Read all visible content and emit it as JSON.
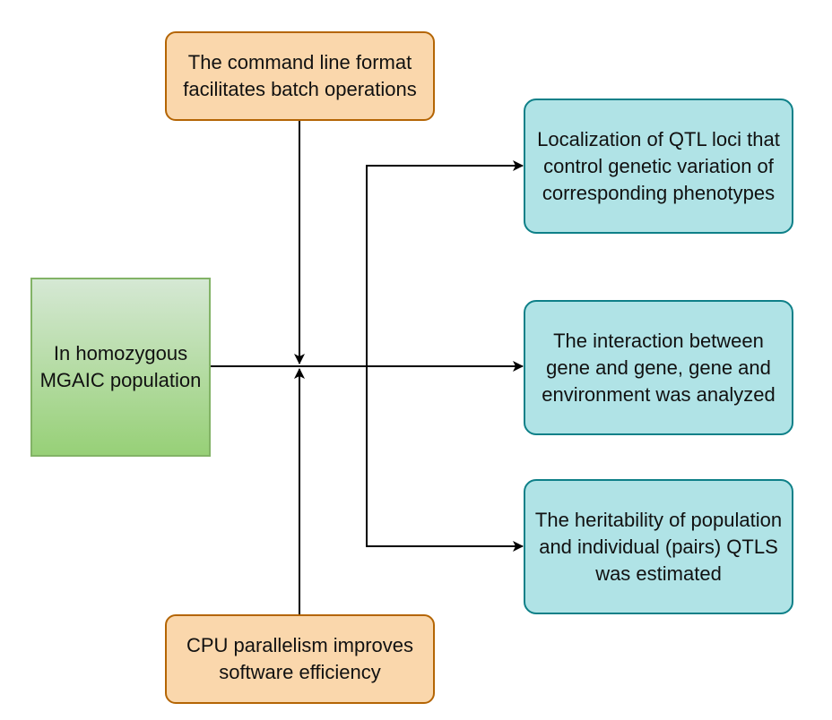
{
  "diagram": {
    "nodes": {
      "top_input": "The command line format facilitates batch operations",
      "left_input": "In homozygous MGAIC population",
      "bottom_input": "CPU parallelism improves software efficiency",
      "output_1": "Localization of QTL loci that control genetic variation of corresponding phenotypes",
      "output_2": "The interaction between gene and gene, gene and environment was analyzed",
      "output_3": "The heritability of population and individual (pairs) QTLS was estimated"
    },
    "colors": {
      "orange_fill": "#fad7ac",
      "orange_stroke": "#b46504",
      "teal_fill": "#b0e3e6",
      "teal_stroke": "#0e8088",
      "green_fill_top": "#d5e8d4",
      "green_fill_bottom": "#97d077",
      "green_stroke": "#82b366",
      "edge": "#000000"
    }
  }
}
